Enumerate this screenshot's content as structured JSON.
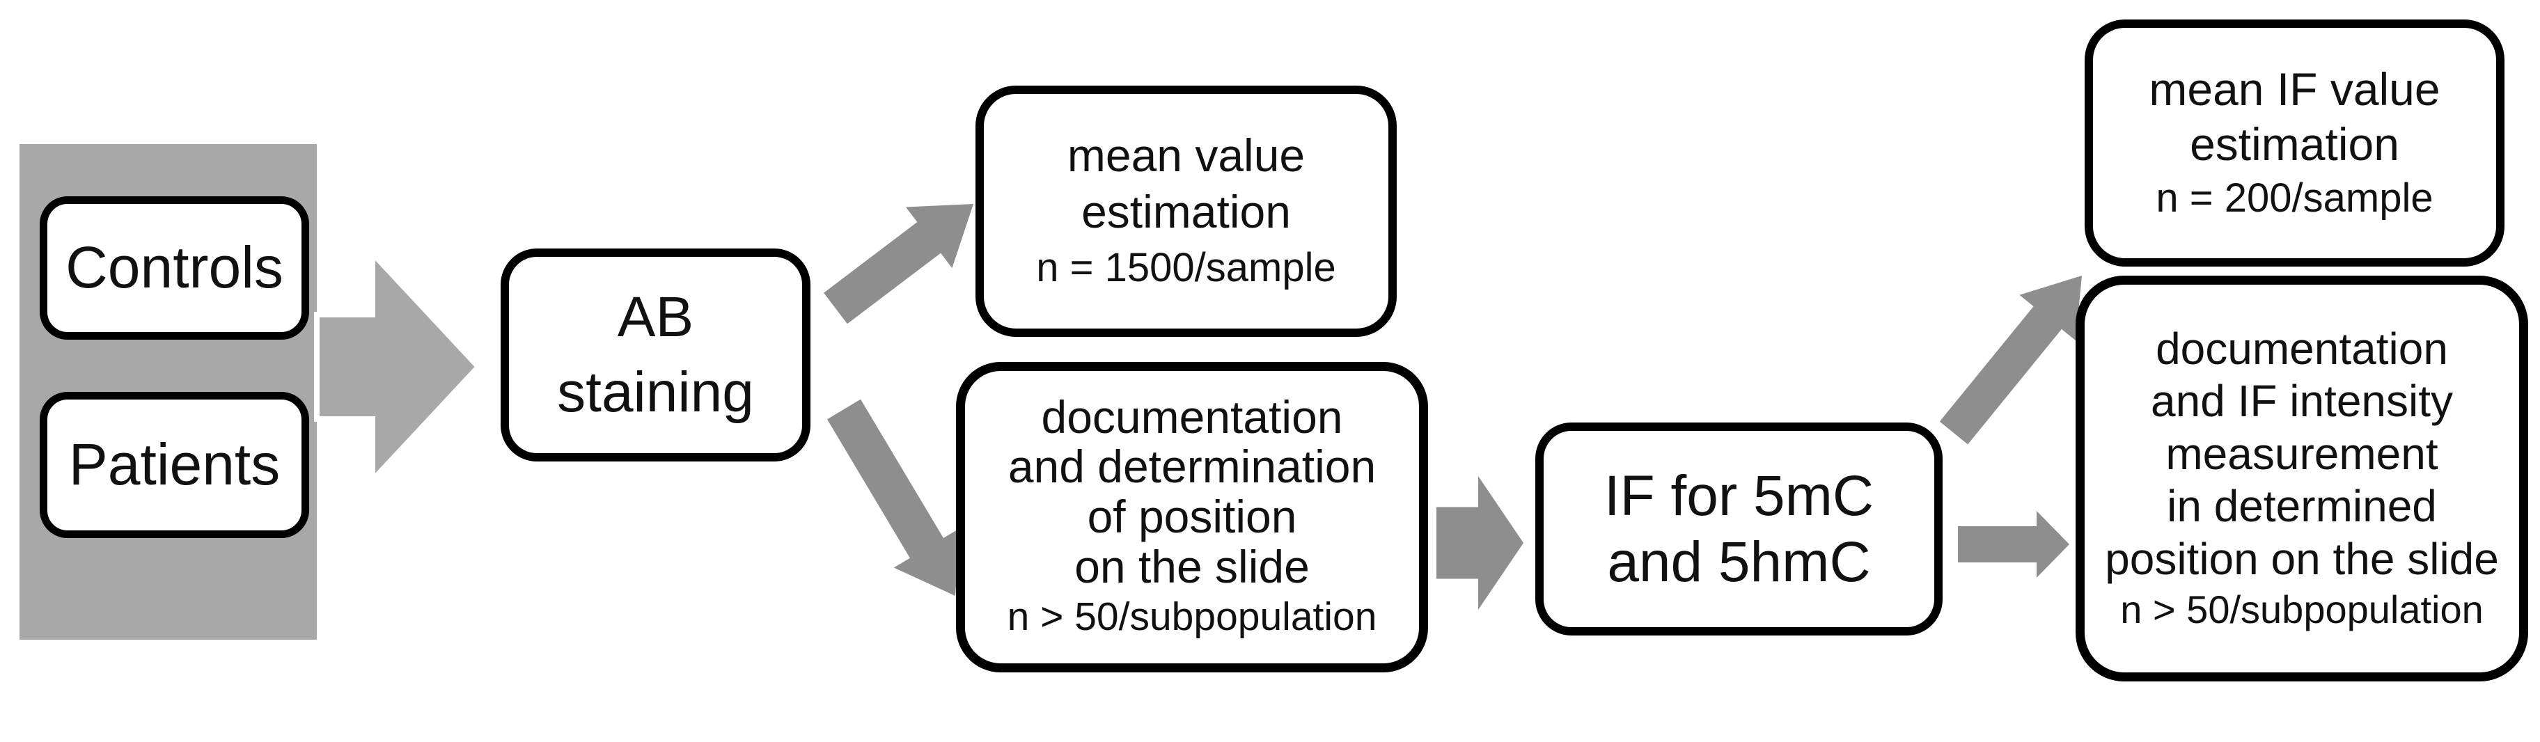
{
  "figure": {
    "title": "IF staining workflow flowchart",
    "background": "#ffffff"
  },
  "colors": {
    "band_gray": "#a8a8a8",
    "big_arrow_gray": "#a8a8a8",
    "small_arrow_gray": "#8e8e8e",
    "border_black": "#000000",
    "text": "#111111",
    "node_fill": "#ffffff"
  },
  "nodes": {
    "controls": {
      "label": "Controls"
    },
    "patients": {
      "label": "Patients"
    },
    "ab_staining": {
      "lines": [
        "AB",
        "staining"
      ]
    },
    "mean_value": {
      "lines": [
        "mean value",
        "estimation"
      ],
      "note": "n = 1500/sample"
    },
    "doc_position": {
      "lines": [
        "documentation",
        "and determination",
        "of position",
        "on the slide"
      ],
      "note": "n > 50/subpopulation"
    },
    "if_staining": {
      "lines": [
        "IF for 5mC",
        "and 5hmC"
      ]
    },
    "mean_if_value": {
      "lines": [
        "mean IF value",
        "estimation"
      ],
      "note": "n = 200/sample"
    },
    "doc_if_intensity": {
      "lines": [
        "documentation",
        "and IF intensity",
        "measurement",
        "in determined",
        "position on the slide"
      ],
      "note": "n > 50/subpopulation"
    }
  },
  "arrows": [
    {
      "name": "arrow-input-to-ab"
    },
    {
      "name": "arrow-ab-to-mean-value"
    },
    {
      "name": "arrow-ab-to-doc-position"
    },
    {
      "name": "arrow-doc-position-to-if"
    },
    {
      "name": "arrow-if-to-mean-if"
    },
    {
      "name": "arrow-if-to-doc-if"
    }
  ]
}
